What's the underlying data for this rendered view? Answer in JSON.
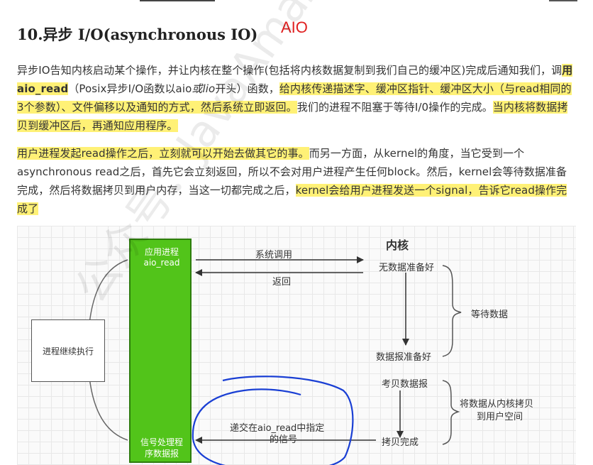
{
  "heading": "10.异步 I/O(asynchronous IO)",
  "annotation": "AIO",
  "watermark": "公众号：JavaAmazing",
  "paragraph1": {
    "a": "异步IO告知内核启动某个操作，并让内核在整个操作(包括将内核数据复制到我们自己的缓冲区)完成后通知我们，调",
    "b": "用aio_read",
    "c": "（Posix异步I/O函数以aio",
    "d": "或lio",
    "e": "开头）函数，",
    "f": "给内核传递描述字、缓冲区指针、缓冲区大小（与read相同的3个参数）、文件偏移以及通知的方式，然后系统立即返回。",
    "g": "我们的进程不阻塞于等待I/0操作的完成。",
    "h": "当内核将数据拷贝到缓冲区后，再通知应用程序。"
  },
  "paragraph2": {
    "a": "用户进程发起read操作之后，立刻就可以开始去做其它的事。",
    "b": "而另一方面，从kernel的角度，当它受到一个asynchronous read之后，首先它会立刻返回，所以不会对用户进程产生任何block。然后，kernel会等待数据准备完成，然后将数据拷贝到用户内存，当这一切都完成之后，",
    "c": "kernel会给用户进程发送一个signal，告诉它read操作完成了"
  },
  "diagram": {
    "app_label_top_1": "应用进程",
    "app_label_top_2": "aio_read",
    "app_label_bottom_1": "信号处理程",
    "app_label_bottom_2": "序数据报",
    "left_box": "进程继续执行",
    "kernel_title": "内核",
    "syscall": "系统调用",
    "return": "返回",
    "no_data_ready": "无数据准备好",
    "wait_data": "等待数据",
    "data_ready": "数据报准备好",
    "copy_datagram": "考贝数据报",
    "copy_to_user_1": "将数据从内核拷贝",
    "copy_to_user_2": "到用户空间",
    "copy_done": "拷贝完成",
    "signal_1": "递交在aio_read中指定",
    "signal_2": "的信号",
    "colors": {
      "app_process": "#52c41a",
      "circle_annotation": "#1a3fd4",
      "highlight": "#fff176",
      "annotation_text": "#e02020"
    }
  }
}
